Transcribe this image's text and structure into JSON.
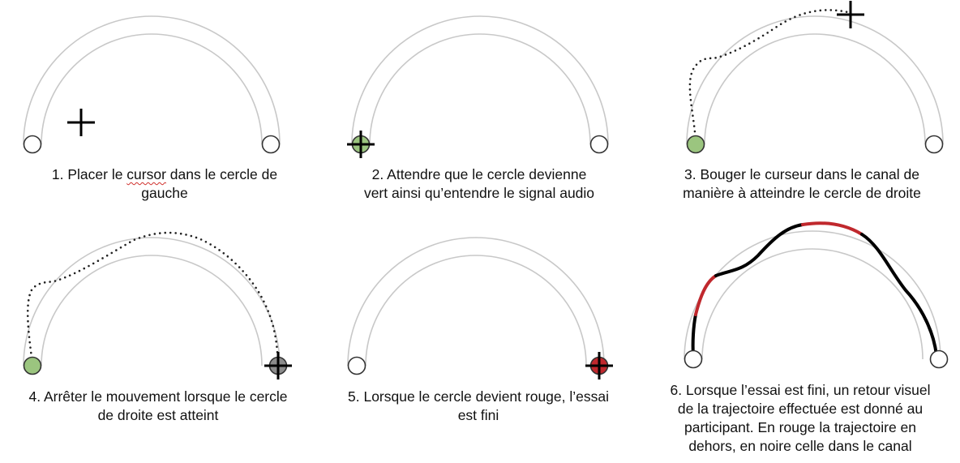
{
  "colors": {
    "channel": "#c8c8c8",
    "circle_stroke": "#333333",
    "green": "#9bc57f",
    "red": "#c0282d",
    "grey": "#8c8c8c",
    "trace": "#222222",
    "cursor": "#000000"
  },
  "icons": [
    "crosshair-cursor-icon"
  ],
  "steps": [
    {
      "number": 1,
      "lines": [
        "1. Placer le cursor dans le cercle de",
        "gauche"
      ],
      "misspelled_word": "cursor",
      "start_state": "empty",
      "end_state": "empty",
      "trajectory": "none"
    },
    {
      "number": 2,
      "lines": [
        "2. Attendre que le cercle devienne",
        "vert ainsi qu’entendre le signal audio"
      ],
      "start_state": "green",
      "end_state": "empty",
      "trajectory": "none"
    },
    {
      "number": 3,
      "lines": [
        "3. Bouger le curseur dans le canal de",
        "manière à atteindre le cercle de droite"
      ],
      "start_state": "green",
      "end_state": "empty",
      "trajectory": "dotted-partial"
    },
    {
      "number": 4,
      "lines": [
        "4. Arrêter le mouvement lorsque le cercle",
        "de droite est atteint"
      ],
      "start_state": "green",
      "end_state": "grey",
      "trajectory": "dotted-full"
    },
    {
      "number": 5,
      "lines": [
        "5. Lorsque le cercle devient rouge, l’essai",
        "est fini"
      ],
      "start_state": "empty",
      "end_state": "red",
      "trajectory": "none"
    },
    {
      "number": 6,
      "lines": [
        "6. Lorsque l’essai est fini, un retour visuel",
        "de la trajectoire effectuée est donné au",
        "participant. En rouge la trajectoire en",
        "dehors, en noire celle dans le canal"
      ],
      "start_state": "empty",
      "end_state": "empty",
      "trajectory": "feedback-colored"
    }
  ]
}
